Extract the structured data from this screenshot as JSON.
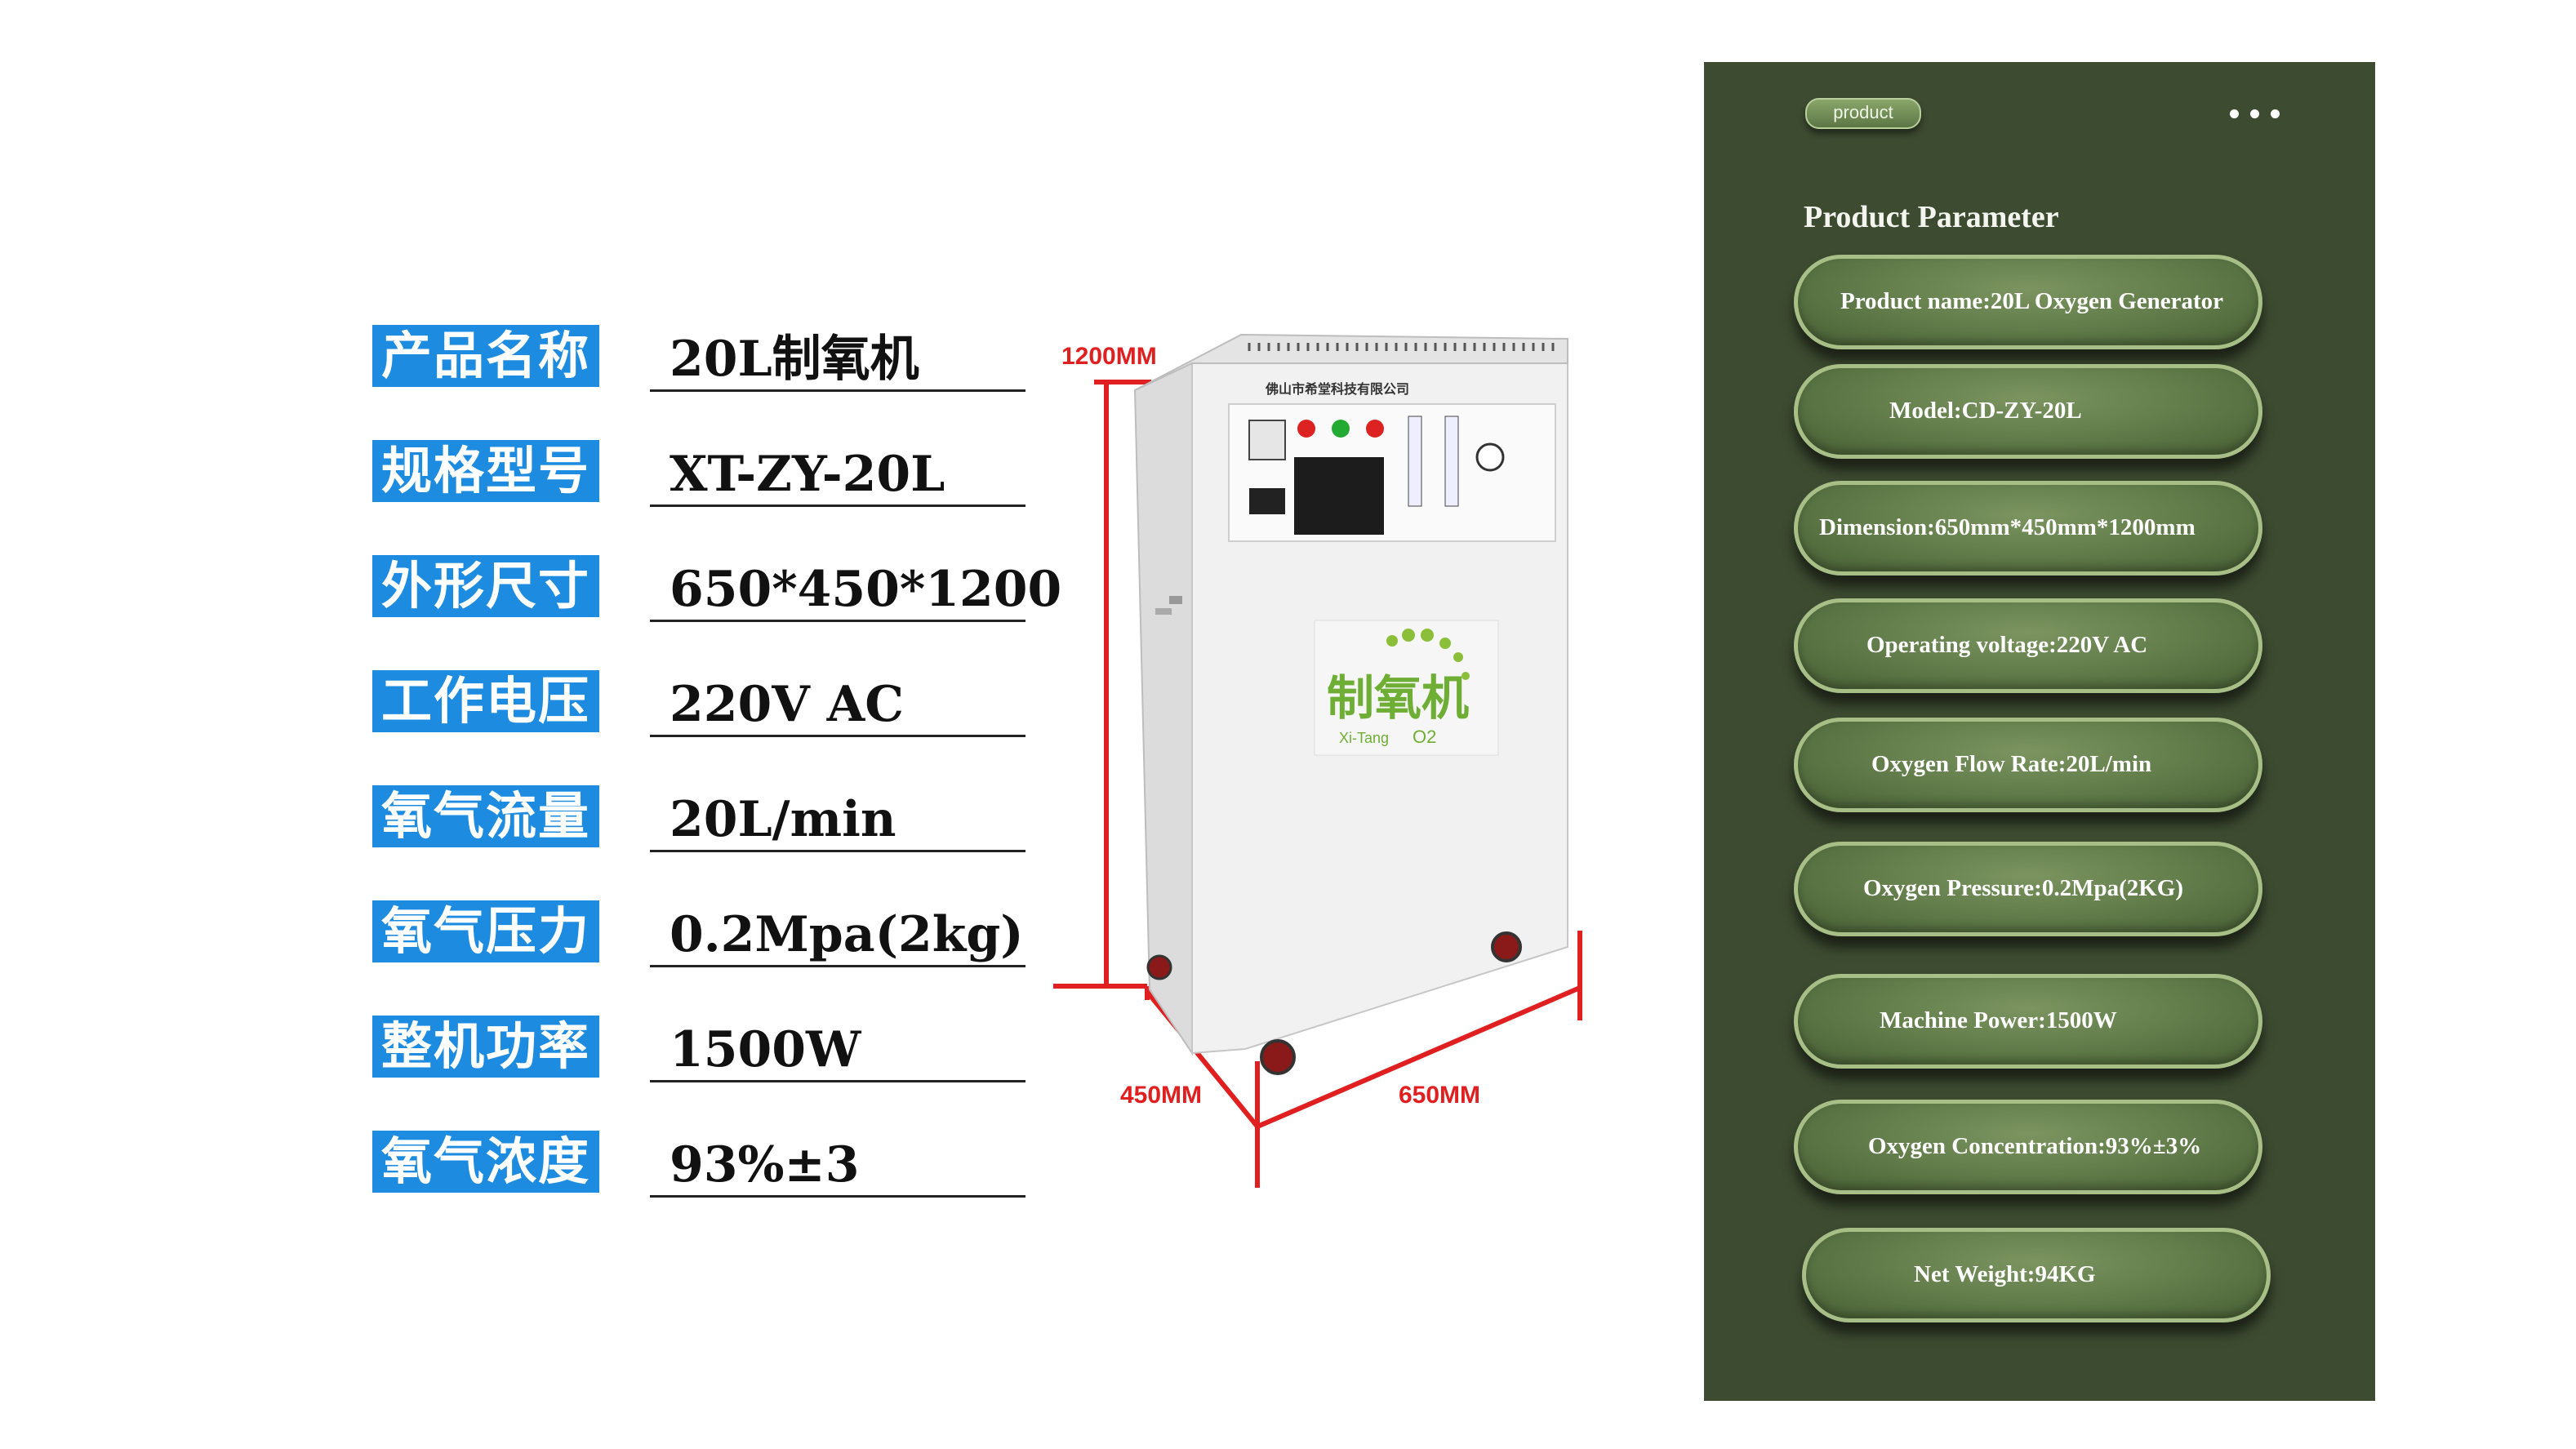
{
  "specs": [
    {
      "label": "产品名称",
      "value": "20L制氧机"
    },
    {
      "label": "规格型号",
      "value": "XT-ZY-20L"
    },
    {
      "label": "外形尺寸",
      "value": "650*450*1200"
    },
    {
      "label": "工作电压",
      "value": "220V AC"
    },
    {
      "label": "氧气流量",
      "value": "20L/min"
    },
    {
      "label": "氧气压力",
      "value": "0.2Mpa(2kg)"
    },
    {
      "label": "整机功率",
      "value": "1500W"
    },
    {
      "label": "氧气浓度",
      "value": "93%±3"
    }
  ],
  "machine": {
    "company": "佛山市希堂科技有限公司",
    "logo_text": "制氧机",
    "brand": "Xi-Tang",
    "o2_mark": "O2",
    "dim_height": "1200MM",
    "dim_depth": "450MM",
    "dim_width": "650MM"
  },
  "panel": {
    "tag": "product",
    "title": "Product Parameter",
    "params": [
      "Product name:20L Oxygen Generator",
      "Model:CD-ZY-20L",
      "Dimension:650mm*450mm*1200mm",
      "Operating voltage:220V AC",
      "Oxygen Flow Rate:20L/min",
      "Oxygen Pressure:0.2Mpa(2KG)",
      "Machine Power:1500W",
      "Oxygen Concentration:93%±3%",
      "Net Weight:94KG"
    ]
  },
  "colors": {
    "label_bg": "#1d8ce0",
    "panel_bg": "#3d4b31",
    "pill_green": "#5f7a48",
    "dimension_red": "#e02020"
  }
}
